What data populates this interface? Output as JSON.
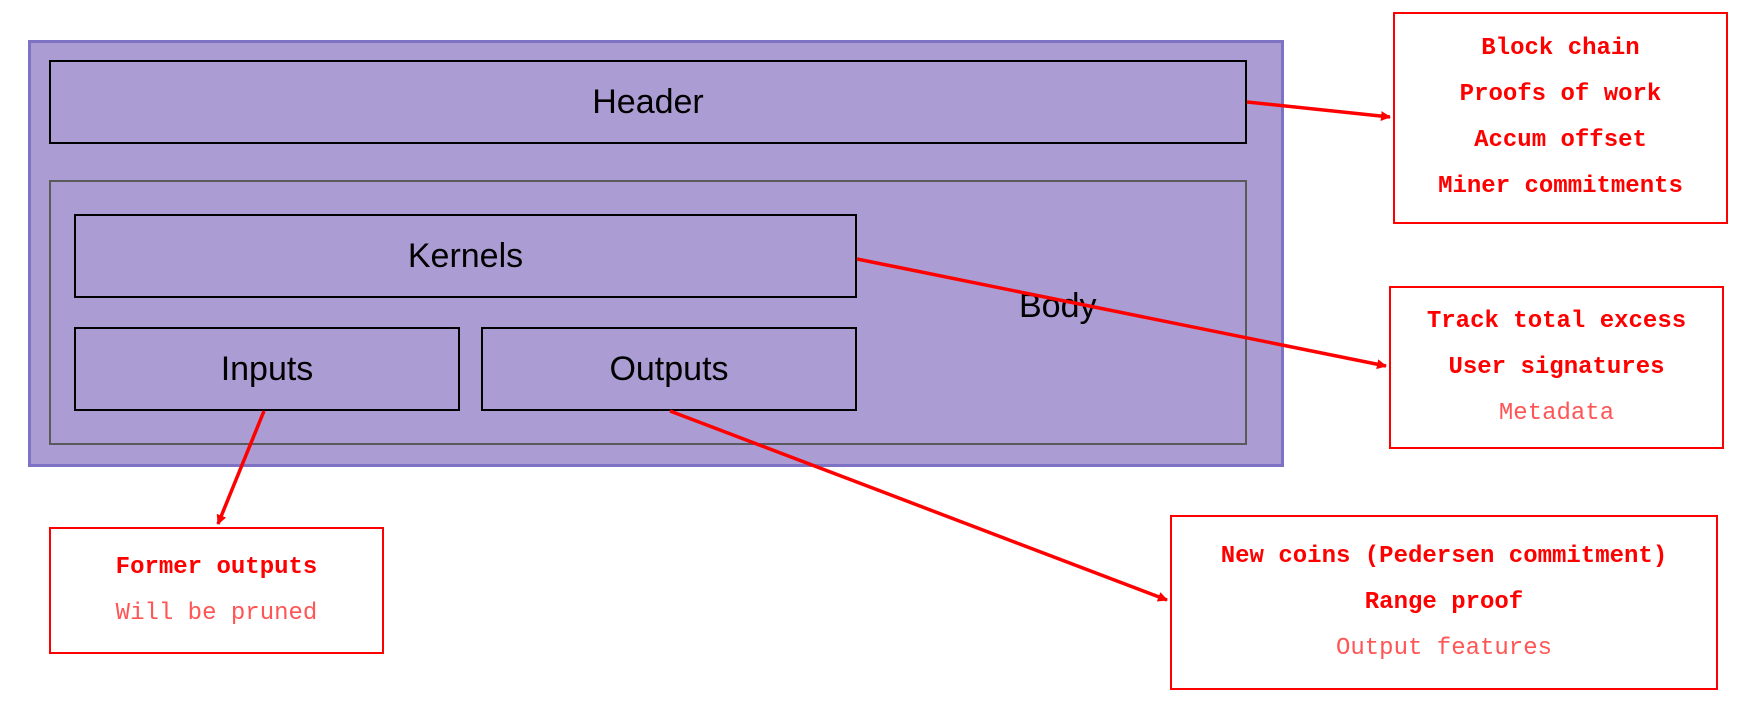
{
  "diagram": {
    "block": {
      "header_label": "Header",
      "body_label": "Body",
      "kernels_label": "Kernels",
      "inputs_label": "Inputs",
      "outputs_label": "Outputs"
    },
    "notes": {
      "header": [
        "Block chain",
        "Proofs of work",
        "Accum offset",
        "Miner commitments"
      ],
      "kernels": {
        "bold": [
          "Track total excess",
          "User signatures"
        ],
        "light": [
          "Metadata"
        ]
      },
      "inputs": {
        "bold": [
          "Former outputs"
        ],
        "light": [
          "Will be pruned"
        ]
      },
      "outputs": {
        "bold": [
          "New coins (Pedersen commitment)",
          "Range proof"
        ],
        "light": [
          "Output features"
        ]
      }
    },
    "colors": {
      "block_fill": "#ab9dd3",
      "block_border": "#7d72c3",
      "annotation": "#ff0000"
    }
  }
}
